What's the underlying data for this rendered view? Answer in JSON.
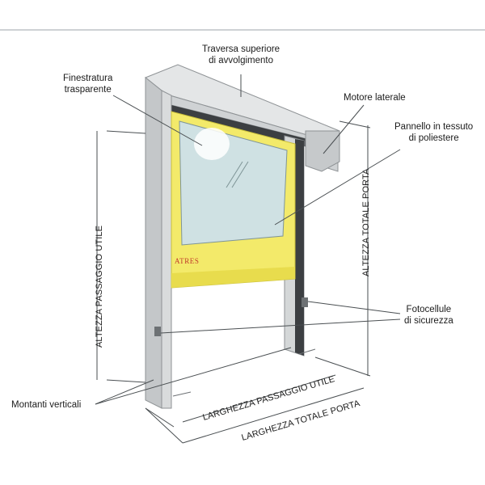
{
  "labels": {
    "top_rail": [
      "Traversa superiore",
      "di avvolgimento"
    ],
    "window": [
      "Finestratura",
      "trasparente"
    ],
    "side_motor": "Motore laterale",
    "fabric_panel": [
      "Pannello in tessuto",
      "di poliestere"
    ],
    "photocells": [
      "Fotocellule",
      "di sicurezza"
    ],
    "vertical_posts": "Montanti verticali"
  },
  "dimensions": {
    "passage_height": "ALTEZZA PASSAGGIO UTILE",
    "total_height": "ALTEZZA TOTALE PORTA",
    "passage_width": "LARGHEZZA PASSAGGIO UTILE",
    "total_width": "LARGHEZZA TOTALE PORTA"
  },
  "logo_text": "ATRES",
  "colors": {
    "frame": "#d3d5d6",
    "frame_dark": "#a9acae",
    "curtain": "#f3ea6a",
    "window": "#cfe1e3",
    "logo": "#c0392b"
  }
}
